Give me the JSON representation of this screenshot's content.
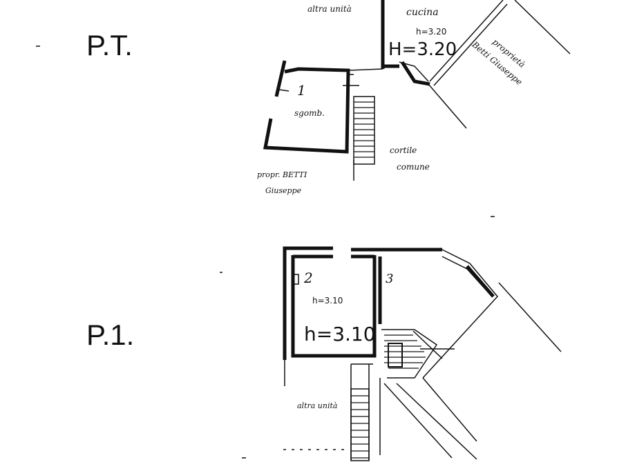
{
  "ground_floor": {
    "floor_label": "P.T.",
    "altra_unita": "altra unità",
    "kitchen_name": "cucina",
    "kitchen_h_small": "h=3.20",
    "kitchen_h_big": "H=3.20",
    "proprieta_right": [
      "proprietà",
      "Betti Giuseppe"
    ],
    "room1_number": "1",
    "room1_name": "sgomb.",
    "cortile": [
      "cortile",
      "comune"
    ],
    "proprieta_left": [
      "propr. BETTI",
      "Giuseppe"
    ]
  },
  "first_floor": {
    "floor_label": "P.1.",
    "room2_number": "2",
    "room2_h_small": "h=3.10",
    "room2_h_big": "h=3.10",
    "room3_number": "3",
    "altra_unita": "altra unità"
  }
}
